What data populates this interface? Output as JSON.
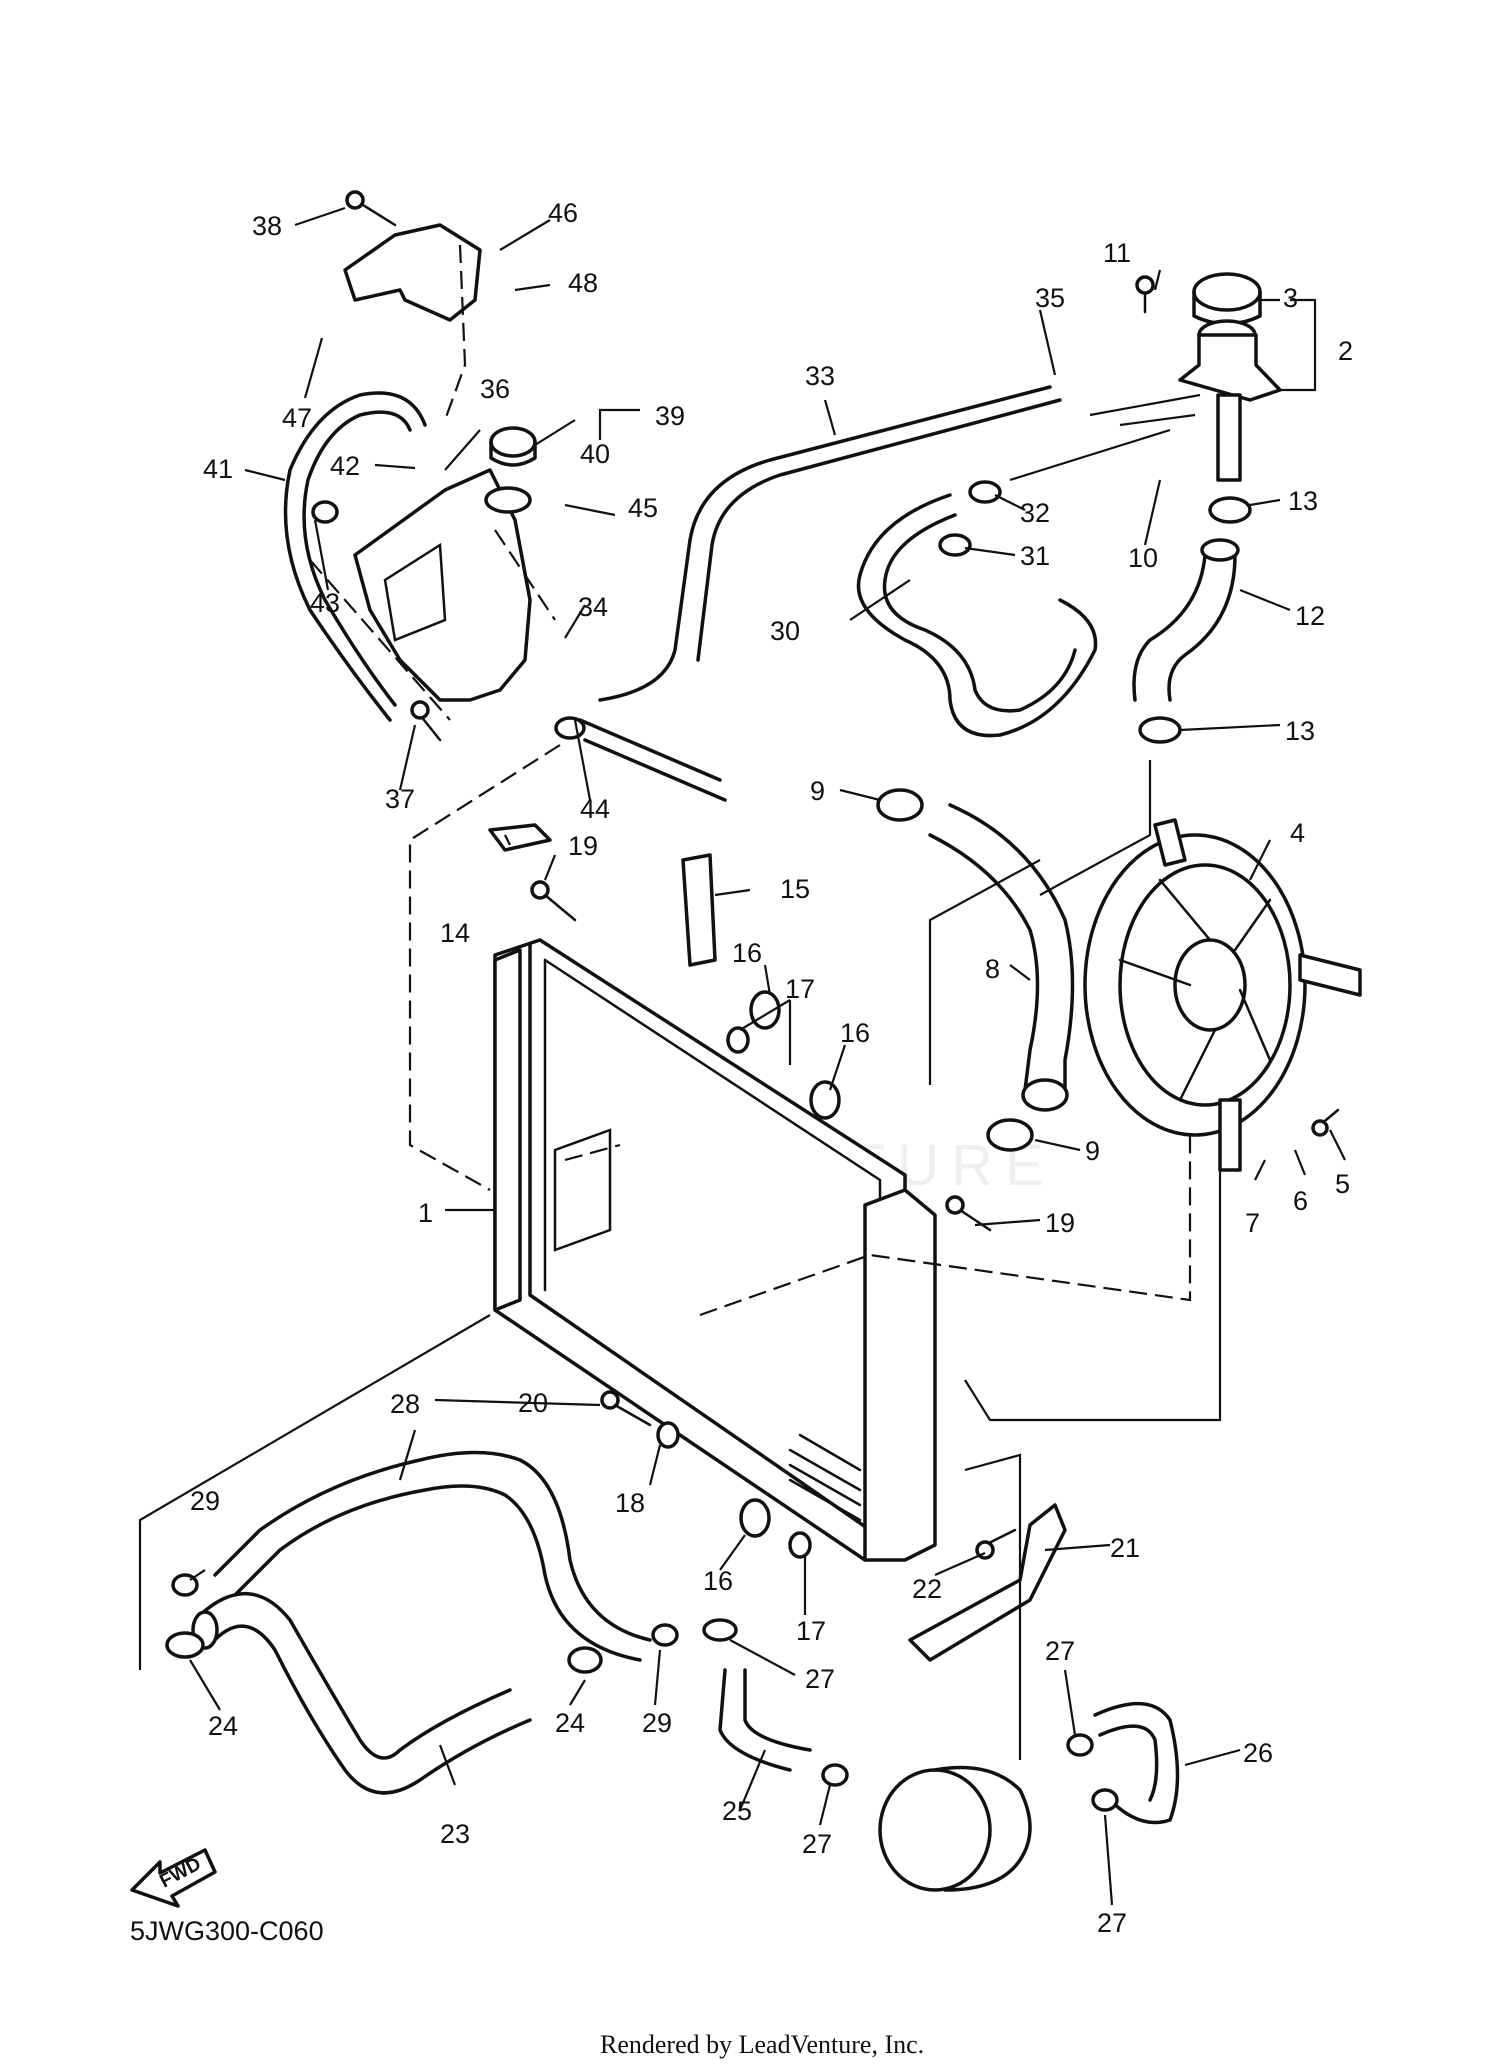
{
  "diagram_code": "5JWG300-C060",
  "rendered_by": "Rendered by LeadVenture, Inc.",
  "watermark": "LEADVENTURE",
  "fwd_label": "FWD",
  "callouts": [
    {
      "id": "c1",
      "label": "1"
    },
    {
      "id": "c2",
      "label": "2"
    },
    {
      "id": "c3",
      "label": "3"
    },
    {
      "id": "c4",
      "label": "4"
    },
    {
      "id": "c5",
      "label": "5"
    },
    {
      "id": "c6",
      "label": "6"
    },
    {
      "id": "c7",
      "label": "7"
    },
    {
      "id": "c8",
      "label": "8"
    },
    {
      "id": "c9a",
      "label": "9"
    },
    {
      "id": "c9b",
      "label": "9"
    },
    {
      "id": "c10",
      "label": "10"
    },
    {
      "id": "c11",
      "label": "11"
    },
    {
      "id": "c12",
      "label": "12"
    },
    {
      "id": "c13a",
      "label": "13"
    },
    {
      "id": "c13b",
      "label": "13"
    },
    {
      "id": "c14",
      "label": "14"
    },
    {
      "id": "c15",
      "label": "15"
    },
    {
      "id": "c16a",
      "label": "16"
    },
    {
      "id": "c16b",
      "label": "16"
    },
    {
      "id": "c16c",
      "label": "16"
    },
    {
      "id": "c17a",
      "label": "17"
    },
    {
      "id": "c17b",
      "label": "17"
    },
    {
      "id": "c18",
      "label": "18"
    },
    {
      "id": "c19a",
      "label": "19"
    },
    {
      "id": "c19b",
      "label": "19"
    },
    {
      "id": "c20",
      "label": "20"
    },
    {
      "id": "c21",
      "label": "21"
    },
    {
      "id": "c22",
      "label": "22"
    },
    {
      "id": "c23",
      "label": "23"
    },
    {
      "id": "c24a",
      "label": "24"
    },
    {
      "id": "c24b",
      "label": "24"
    },
    {
      "id": "c25",
      "label": "25"
    },
    {
      "id": "c26",
      "label": "26"
    },
    {
      "id": "c27a",
      "label": "27"
    },
    {
      "id": "c27b",
      "label": "27"
    },
    {
      "id": "c27c",
      "label": "27"
    },
    {
      "id": "c27d",
      "label": "27"
    },
    {
      "id": "c28",
      "label": "28"
    },
    {
      "id": "c29a",
      "label": "29"
    },
    {
      "id": "c29b",
      "label": "29"
    },
    {
      "id": "c30",
      "label": "30"
    },
    {
      "id": "c31",
      "label": "31"
    },
    {
      "id": "c32",
      "label": "32"
    },
    {
      "id": "c33",
      "label": "33"
    },
    {
      "id": "c34",
      "label": "34"
    },
    {
      "id": "c35",
      "label": "35"
    },
    {
      "id": "c36",
      "label": "36"
    },
    {
      "id": "c37",
      "label": "37"
    },
    {
      "id": "c38",
      "label": "38"
    },
    {
      "id": "c39",
      "label": "39"
    },
    {
      "id": "c40",
      "label": "40"
    },
    {
      "id": "c41",
      "label": "41"
    },
    {
      "id": "c42",
      "label": "42"
    },
    {
      "id": "c43",
      "label": "43"
    },
    {
      "id": "c44",
      "label": "44"
    },
    {
      "id": "c45",
      "label": "45"
    },
    {
      "id": "c46",
      "label": "46"
    },
    {
      "id": "c47",
      "label": "47"
    },
    {
      "id": "c48",
      "label": "48"
    }
  ]
}
